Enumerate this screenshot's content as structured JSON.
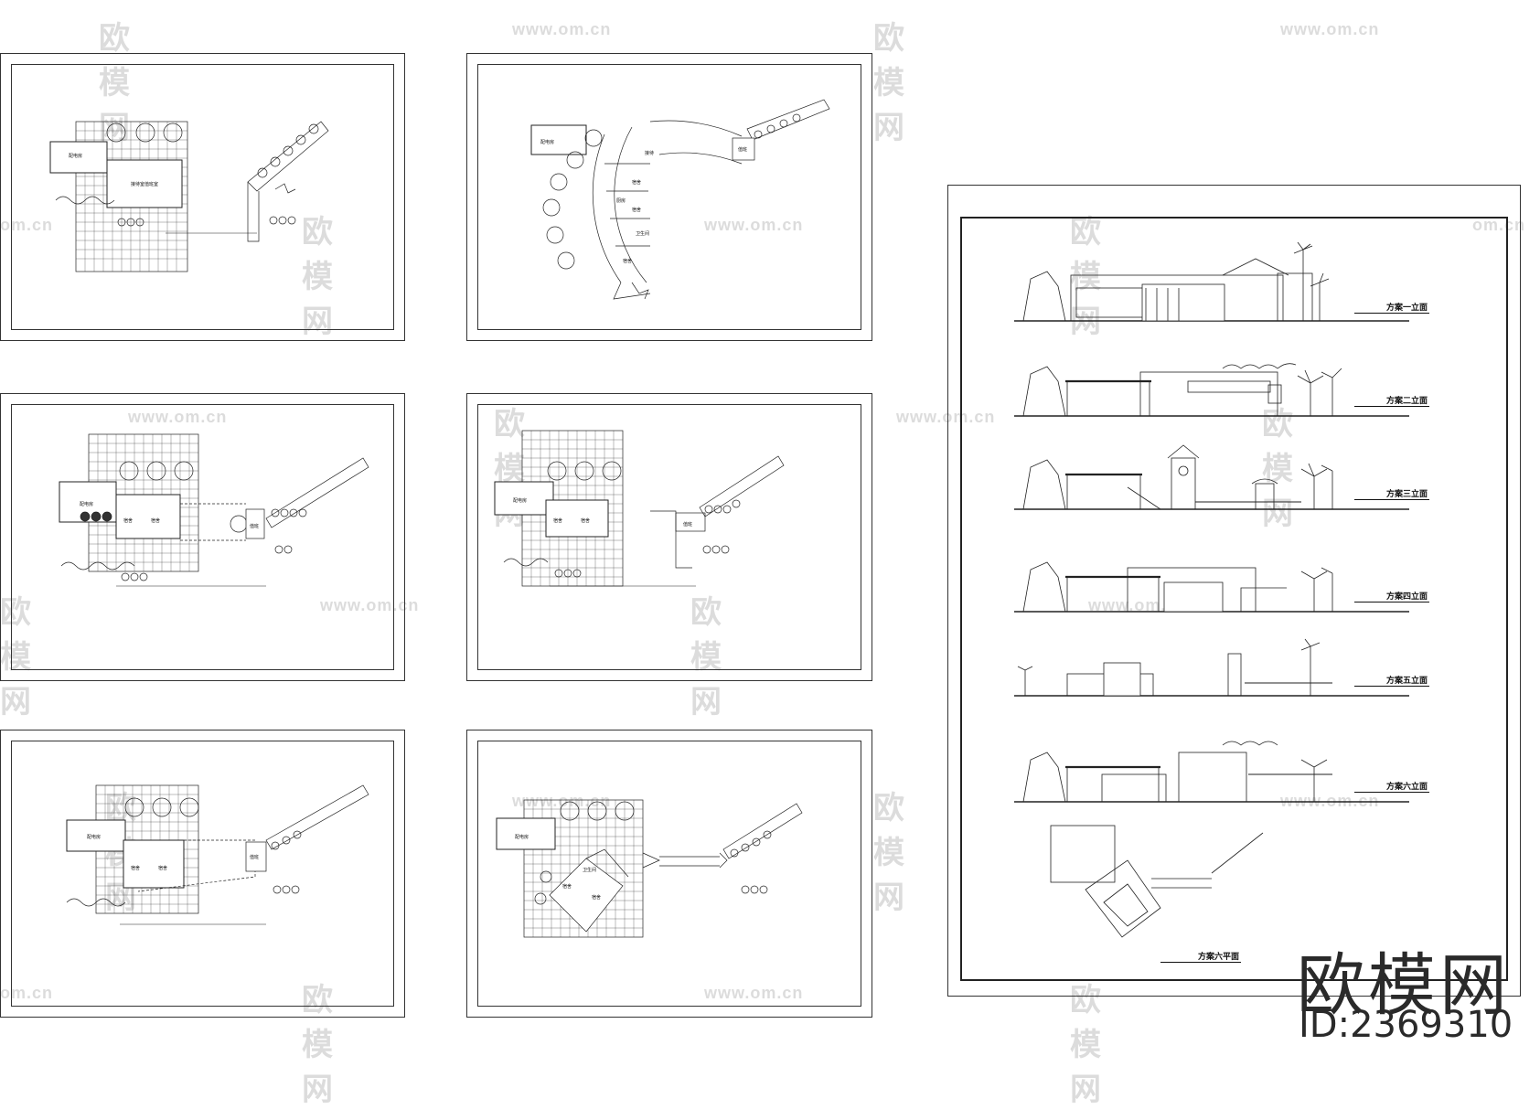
{
  "watermark": {
    "brand_text": "欧模网",
    "url_text": "www.om.cn",
    "url_fragment": "om.cn",
    "brand_fragment": "欧模网"
  },
  "branding": {
    "logo_text": "欧模网",
    "id_text": "ID:2369310"
  },
  "plans": {
    "room_power": "配电房",
    "room_dorm": "宿舍",
    "room_wc": "卫生间",
    "room_guard": "值班",
    "room_duty": "值班室",
    "room_kitchen": "厨房",
    "room_reception": "接待",
    "room_duty_full": "接待室值班室"
  },
  "elevations": {
    "labels": [
      "方案一立面",
      "方案二立面",
      "方案三立面",
      "方案四立面",
      "方案五立面",
      "方案六立面"
    ],
    "plan_label": "方案六平面"
  }
}
